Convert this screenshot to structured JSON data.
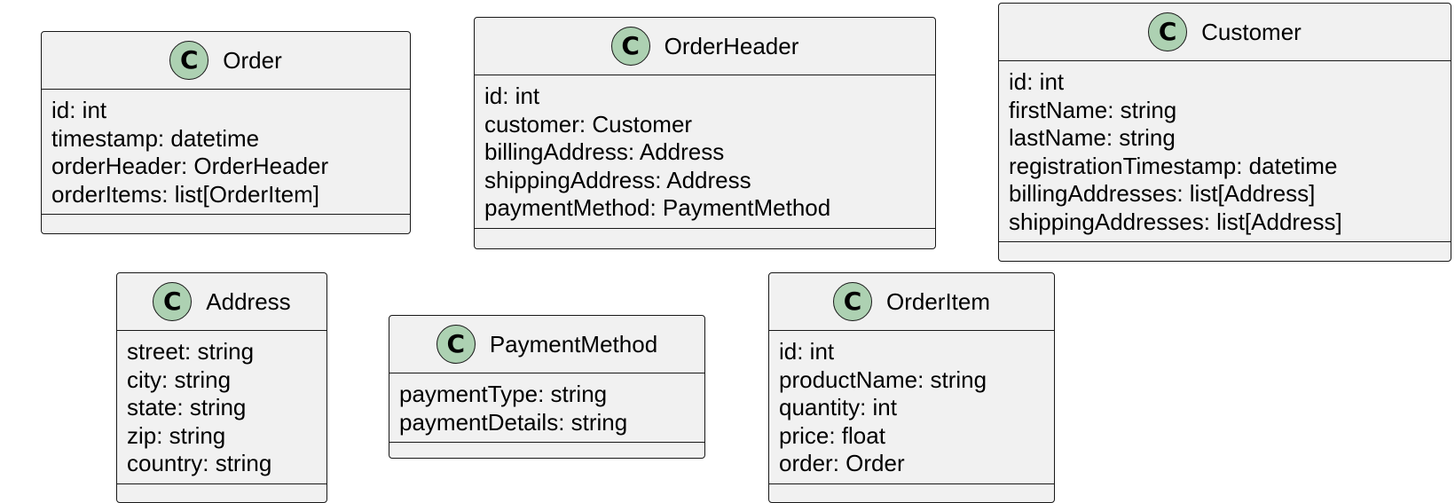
{
  "diagram": {
    "classes": [
      {
        "id": "order",
        "icon_letter": "C",
        "name": "Order",
        "attributes": [
          "id: int",
          "timestamp: datetime",
          "orderHeader: OrderHeader",
          "orderItems: list[OrderItem]"
        ]
      },
      {
        "id": "order-header",
        "icon_letter": "C",
        "name": "OrderHeader",
        "attributes": [
          "id: int",
          "customer: Customer",
          "billingAddress: Address",
          "shippingAddress: Address",
          "paymentMethod: PaymentMethod"
        ]
      },
      {
        "id": "customer",
        "icon_letter": "C",
        "name": "Customer",
        "attributes": [
          "id: int",
          "firstName: string",
          "lastName: string",
          "registrationTimestamp: datetime",
          "billingAddresses: list[Address]",
          "shippingAddresses: list[Address]"
        ]
      },
      {
        "id": "address",
        "icon_letter": "C",
        "name": "Address",
        "attributes": [
          "street: string",
          "city: string",
          "state: string",
          "zip: string",
          "country: string"
        ]
      },
      {
        "id": "payment-method",
        "icon_letter": "C",
        "name": "PaymentMethod",
        "attributes": [
          "paymentType: string",
          "paymentDetails: string"
        ]
      },
      {
        "id": "order-item",
        "icon_letter": "C",
        "name": "OrderItem",
        "attributes": [
          "id: int",
          "productName: string",
          "quantity: int",
          "price: float",
          "order: Order"
        ]
      }
    ],
    "colors": {
      "box_fill": "#f1f1f1",
      "border": "#181818",
      "icon_fill": "#add1b2",
      "text": "#000000"
    }
  }
}
